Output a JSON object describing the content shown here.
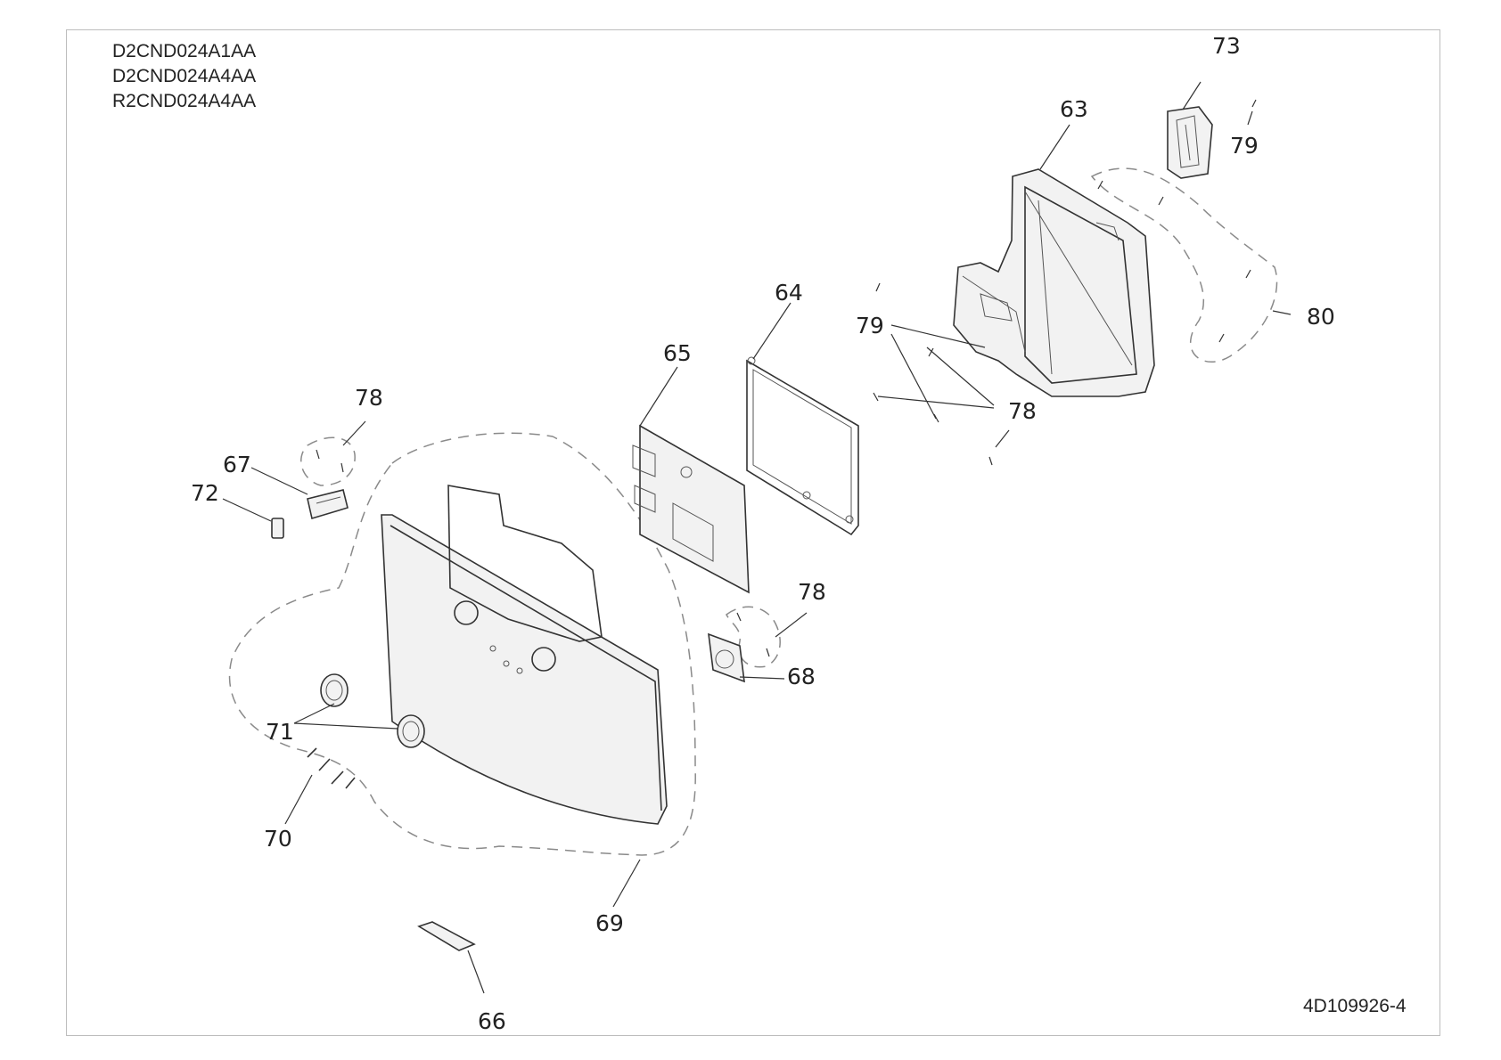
{
  "header": {
    "models": [
      "D2CND024A1AA",
      "D2CND024A4AA",
      "R2CND024A4AA"
    ]
  },
  "footer": {
    "document_number": "4D109926-4"
  },
  "callouts": {
    "c63": "63",
    "c64": "64",
    "c65": "65",
    "c66": "66",
    "c67": "67",
    "c68": "68",
    "c69": "69",
    "c70": "70",
    "c71": "71",
    "c72": "72",
    "c73": "73",
    "c78a": "78",
    "c78b": "78",
    "c78c": "78",
    "c79a": "79",
    "c79b": "79",
    "c80": "80"
  }
}
